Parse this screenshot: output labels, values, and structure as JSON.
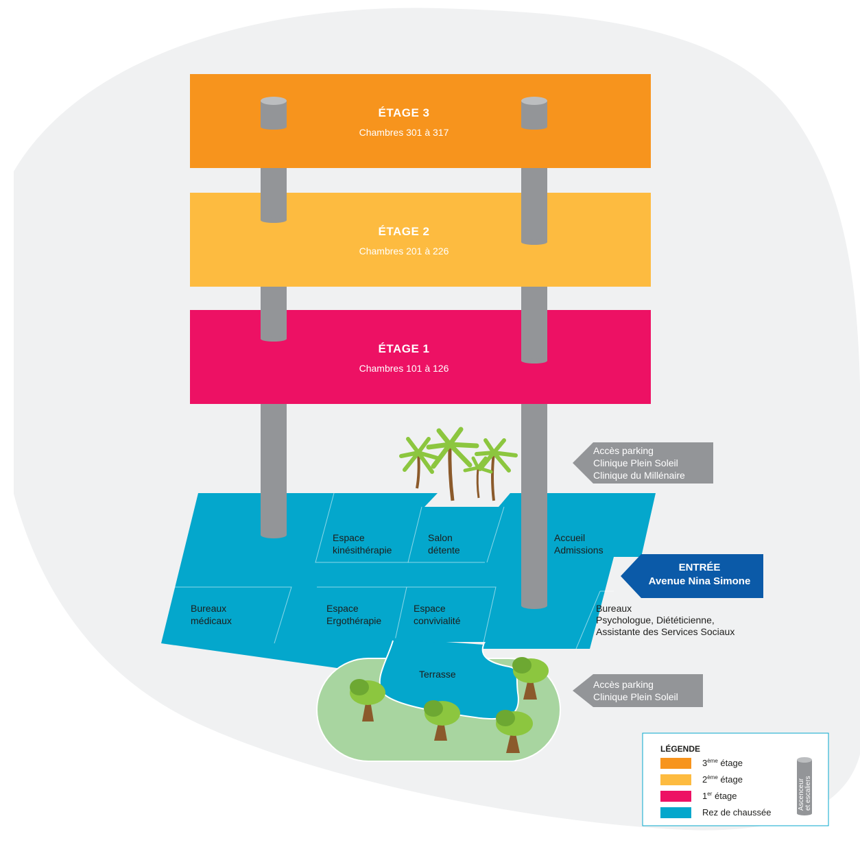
{
  "colors": {
    "floor3": "#f7941d",
    "floor2": "#fdbb40",
    "floor1": "#ed1164",
    "ground": "#04a7cc",
    "pillar": "#939598",
    "pillar_top": "#bcbec0",
    "garden": "#a8d5a0",
    "tag_grey": "#939598",
    "entry_blue": "#0b5aa8",
    "blob": "#f0f1f2"
  },
  "floors": [
    {
      "title": "ÉTAGE 3",
      "subtitle": "Chambres 301 à 317"
    },
    {
      "title": "ÉTAGE 2",
      "subtitle": "Chambres 201 à 226"
    },
    {
      "title": "ÉTAGE 1",
      "subtitle": "Chambres 101 à 126"
    }
  ],
  "rooms": {
    "kine": [
      "Espace",
      "kinésithérapie"
    ],
    "salon": [
      "Salon",
      "détente"
    ],
    "accueil": [
      "Accueil",
      "Admissions"
    ],
    "bureaux_medicaux": [
      "Bureaux",
      "médicaux"
    ],
    "ergo": [
      "Espace",
      "Ergothérapie"
    ],
    "convivialite": [
      "Espace",
      "convivialité"
    ],
    "bureaux_psy": [
      "Bureaux",
      "Psychologue, Diététicienne,",
      "Assistante des Services Sociaux"
    ],
    "terrasse": "Terrasse"
  },
  "parking_top": [
    "Accès parking",
    "Clinique Plein Soleil",
    "Clinique du Millénaire"
  ],
  "parking_bottom": [
    "Accès parking",
    "Clinique Plein Soleil"
  ],
  "entry": [
    "ENTRÉE",
    "Avenue Nina Simone"
  ],
  "legend": {
    "title": "LÉGENDE",
    "items": [
      {
        "num": "3",
        "sup": "ème",
        "text": " étage"
      },
      {
        "num": "2",
        "sup": "ème",
        "text": " étage"
      },
      {
        "num": "1",
        "sup": "er",
        "text": " étage"
      },
      {
        "num": "",
        "sup": "",
        "text": "Rez de chaussée"
      }
    ],
    "elevator": [
      "Ascenceur",
      "et escaliers"
    ]
  },
  "icons": [
    "palm-tree-icon",
    "tree-icon",
    "elevator-icon"
  ]
}
